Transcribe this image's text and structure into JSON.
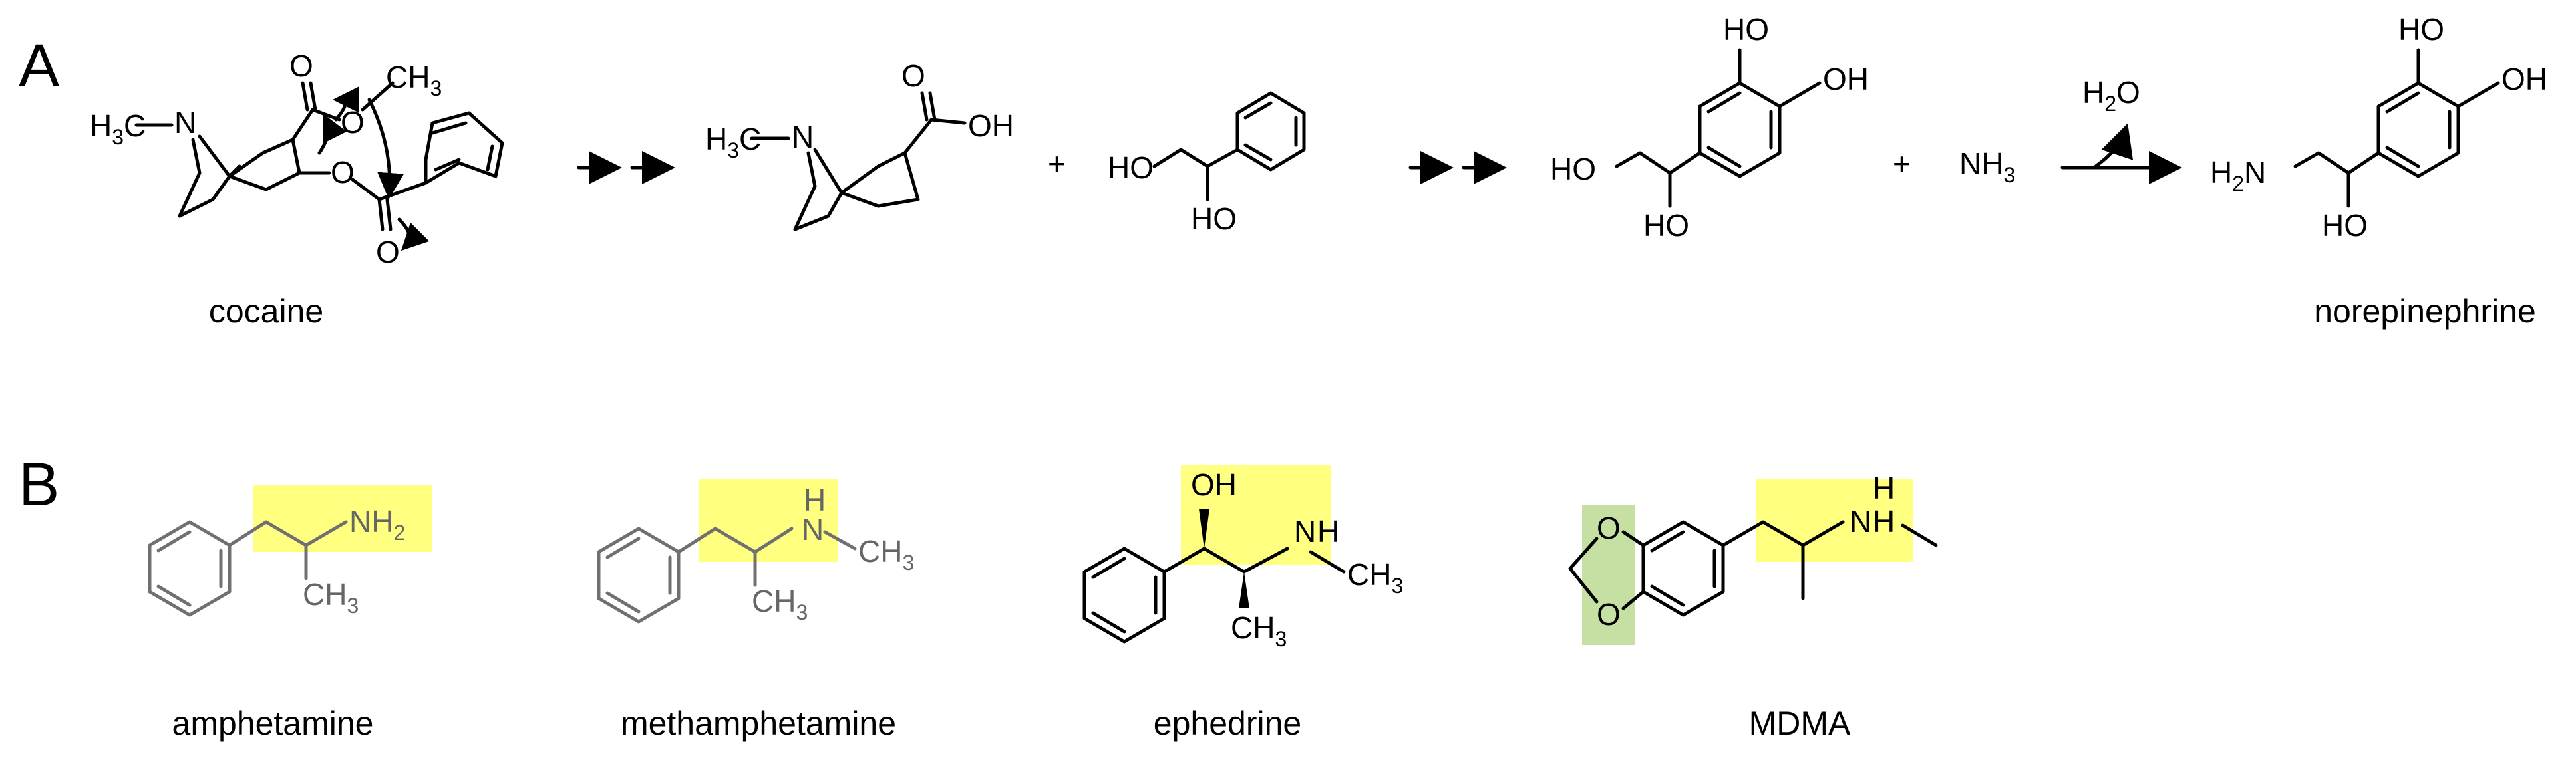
{
  "panels": {
    "a": "A",
    "b": "B"
  },
  "captions": {
    "cocaine": "cocaine",
    "norepinephrine": "norepinephrine",
    "amphetamine": "amphetamine",
    "methamphetamine": "methamphetamine",
    "ephedrine": "ephedrine",
    "mdma": "MDMA"
  },
  "atoms": {
    "h3c": "H",
    "h3c_sub": "3",
    "c": "C",
    "n": "N",
    "o": "O",
    "oh": "OH",
    "ho": "HO",
    "ch": "CH",
    "ch3_sub": "3",
    "h": "H",
    "h2n": "H",
    "h2n_sub": "2",
    "nh": "NH",
    "nh2_sub": "2",
    "nh3_sub": "3",
    "h2o_h": "H",
    "h2o_sub": "2",
    "h2o_o": "O"
  },
  "operators": {
    "plus": "+"
  },
  "colors": {
    "highlight_yellow": "#ffff80",
    "highlight_green": "#c6e0a4",
    "structure_black": "#000000",
    "structure_gray": "#707070"
  }
}
